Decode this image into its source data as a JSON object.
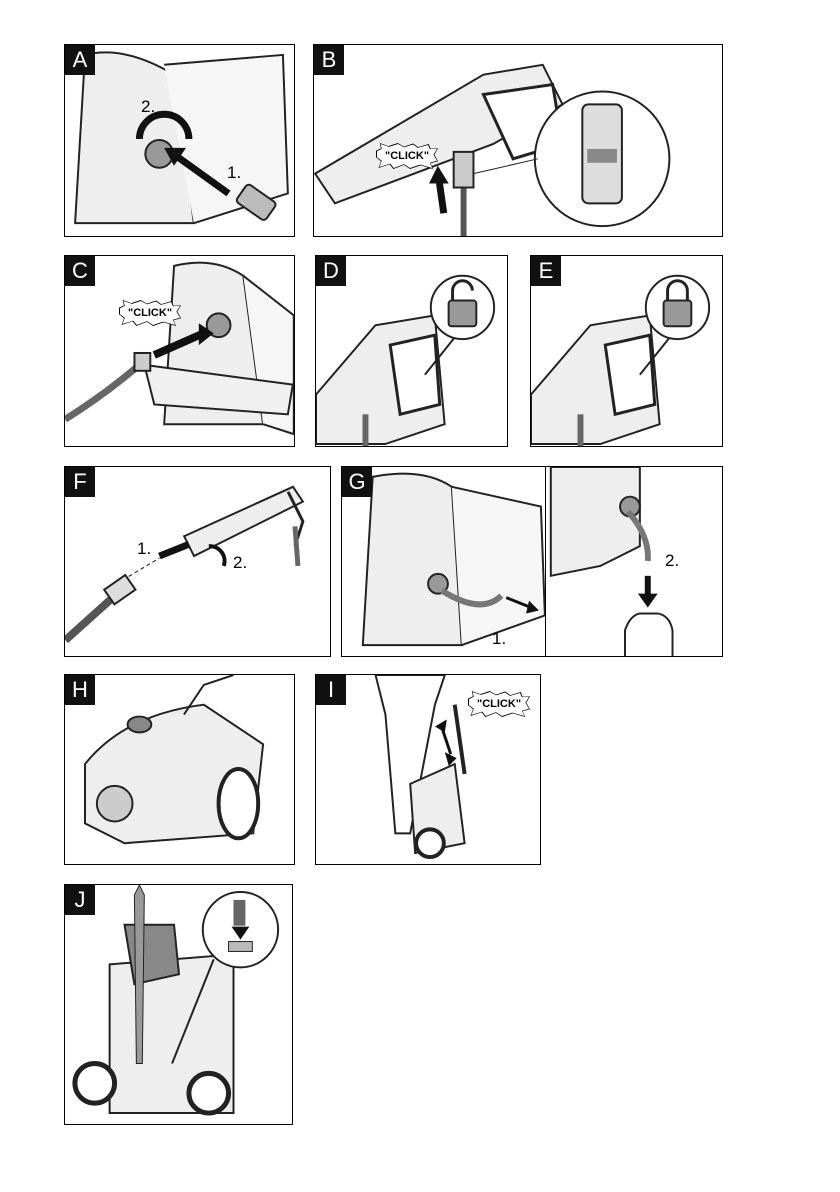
{
  "panels": {
    "A": {
      "label": "A",
      "step1": "1.",
      "step2": "2."
    },
    "B": {
      "label": "B",
      "click": "\"CLICK\""
    },
    "C": {
      "label": "C",
      "click": "\"CLICK\""
    },
    "D": {
      "label": "D"
    },
    "E": {
      "label": "E"
    },
    "F": {
      "label": "F",
      "step1": "1.",
      "step2": "2."
    },
    "G": {
      "label": "G",
      "step1": "1.",
      "step2": "2."
    },
    "H": {
      "label": "H"
    },
    "I": {
      "label": "I",
      "click": "\"CLICK\""
    },
    "J": {
      "label": "J"
    }
  }
}
